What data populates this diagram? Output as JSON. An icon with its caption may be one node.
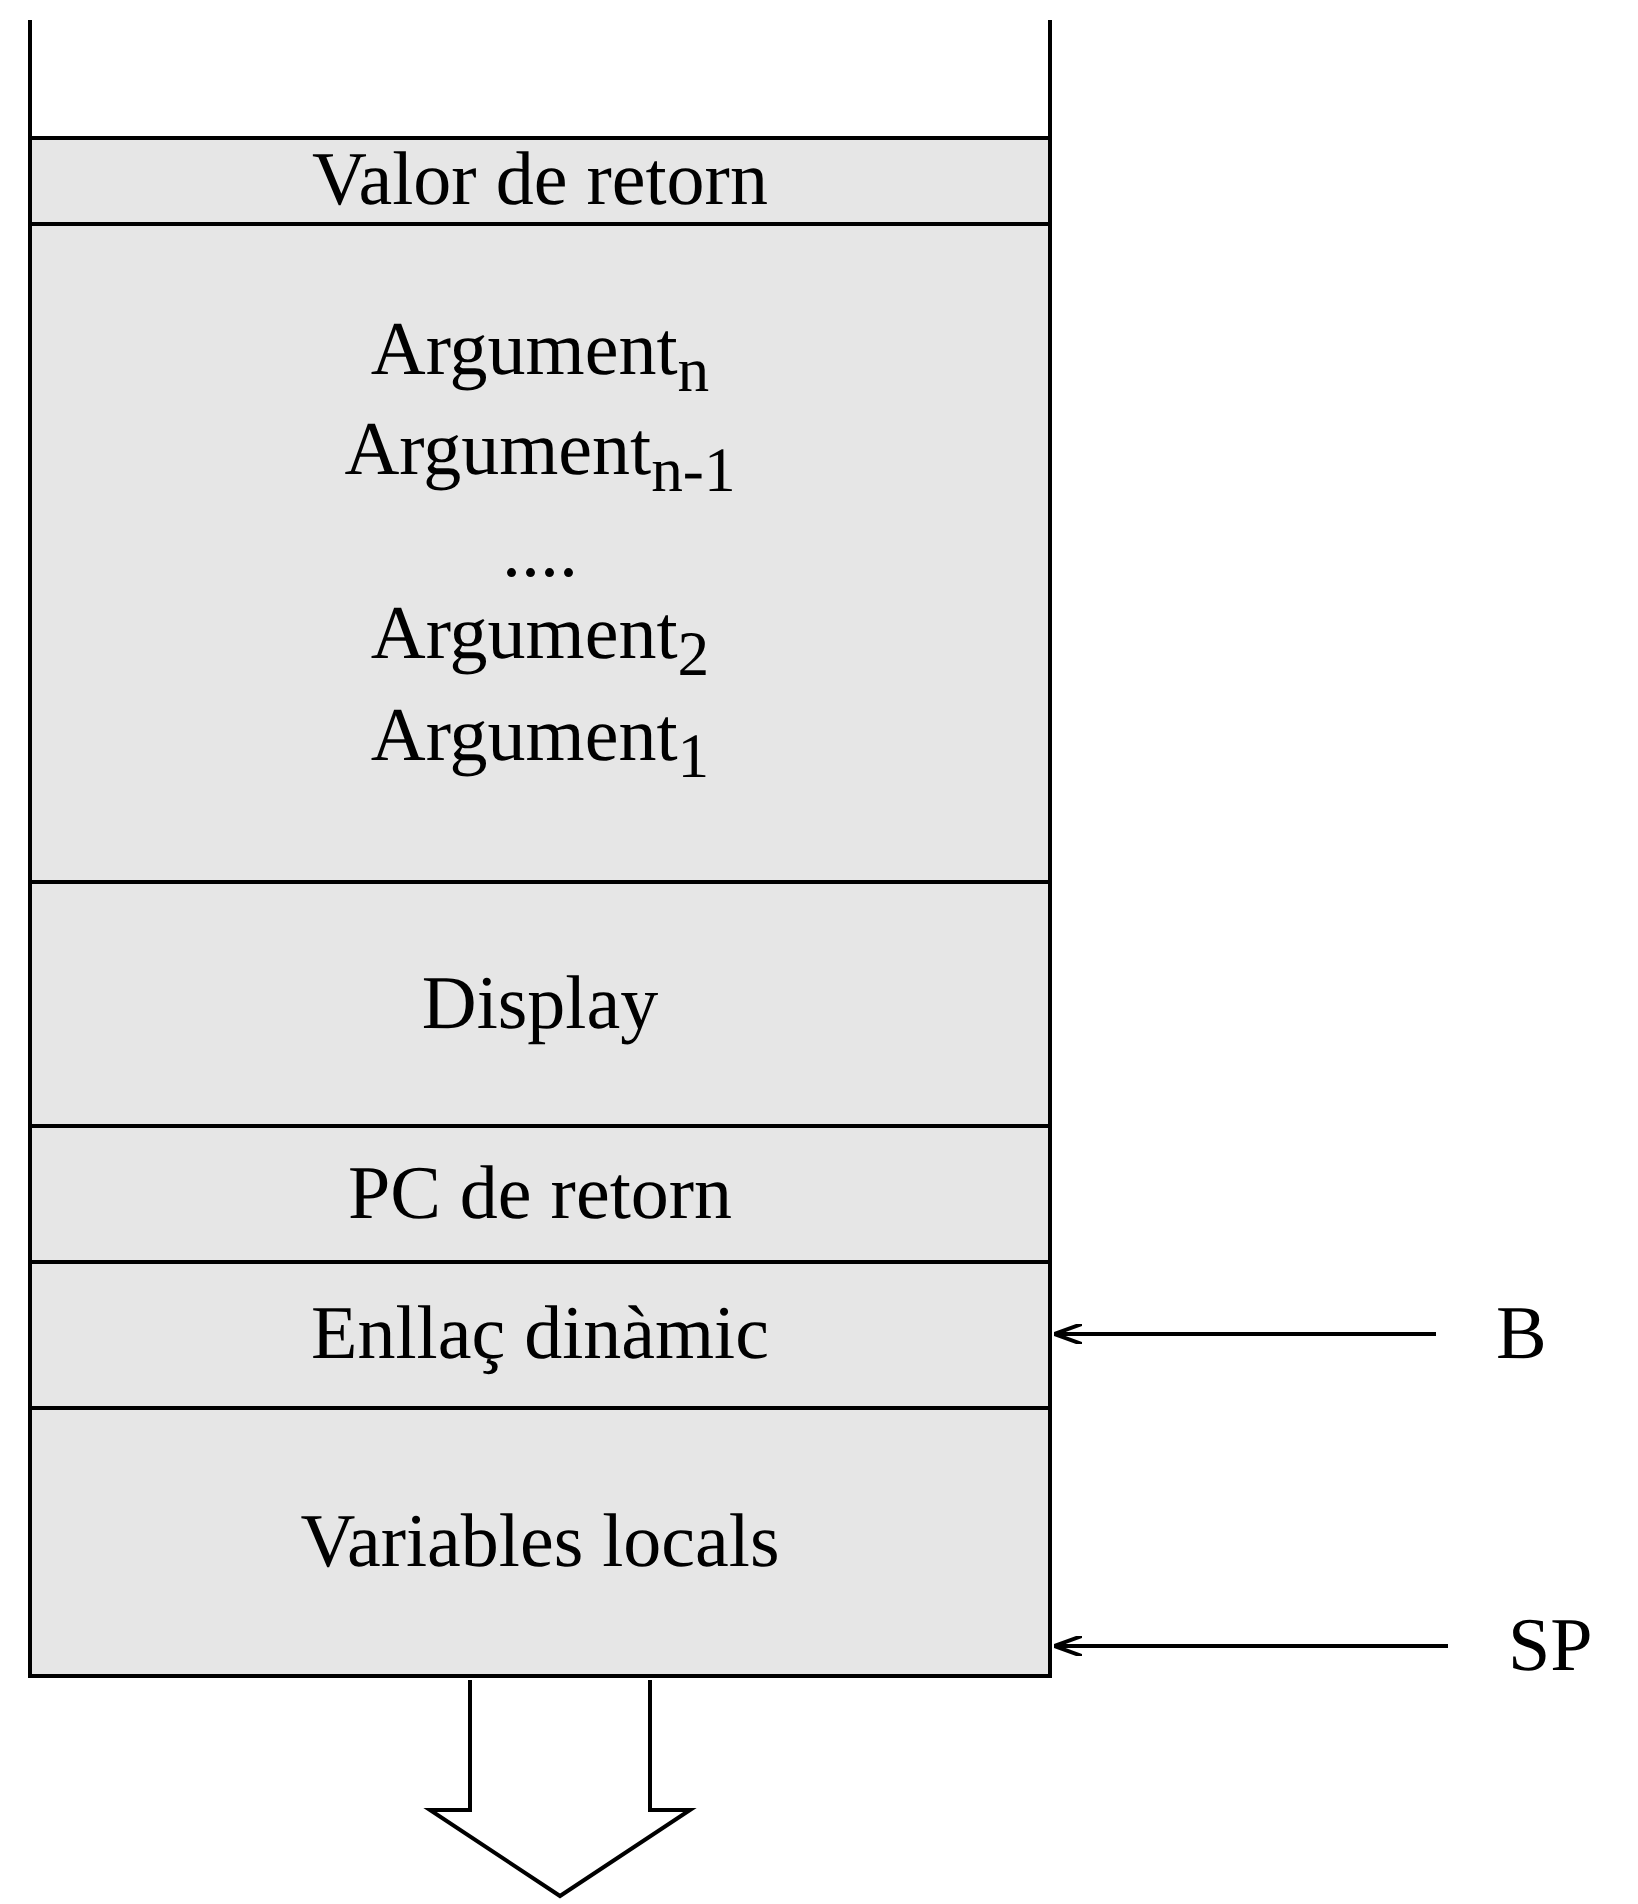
{
  "diagram": {
    "nodes": [
      {
        "text": [
          "Valor de retorn"
        ]
      },
      {
        "text": [
          "Argument$_{n}$",
          "Argument$_{n-1}$",
          "....",
          "Argument$_{2}$",
          "Argument$_{1}$"
        ]
      },
      {
        "text": [
          "Display"
        ]
      },
      {
        "text": [
          "PC de retorn"
        ]
      },
      {
        "text": [
          "Enllaç dinàmic"
        ]
      },
      {
        "text": [
          "Variables locals"
        ]
      },
      {
        "text": [
          "B"
        ]
      },
      {
        "text": [
          "SP"
        ]
      }
    ],
    "edges": [
      {
        "from": 6,
        "to": 4,
        "arrow": "to"
      },
      {
        "from": 7,
        "to": 5,
        "arrow": "to"
      }
    ]
  }
}
